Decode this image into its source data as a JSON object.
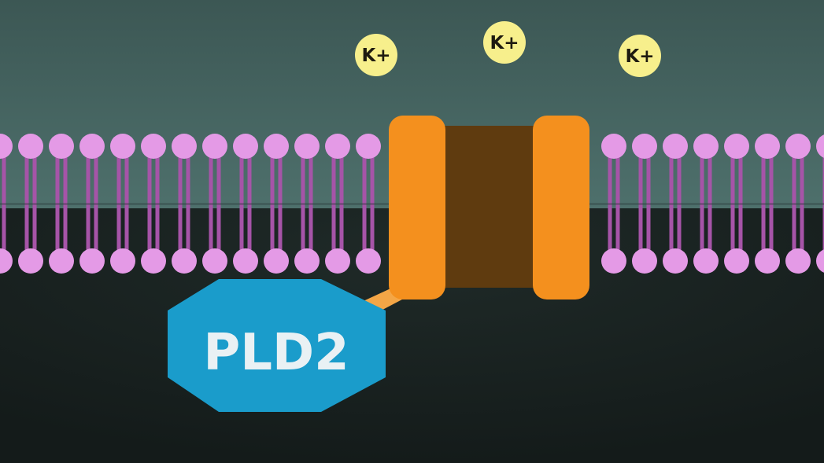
{
  "ions": [
    {
      "label": "K+"
    },
    {
      "label": "K+"
    },
    {
      "label": "K+"
    }
  ],
  "enzyme": {
    "label": "PLD2"
  },
  "colors": {
    "extracellular_top": "#3c5754",
    "extracellular_bottom": "#4e706c",
    "intracellular": "#1a2322",
    "lipid_head": "#e49ae6",
    "lipid_tail": "#a654a8",
    "channel_subunit": "#f4901e",
    "channel_pore": "#5f3b0f",
    "enzyme": "#1a9ccb",
    "ion": "#f7ef8c"
  }
}
